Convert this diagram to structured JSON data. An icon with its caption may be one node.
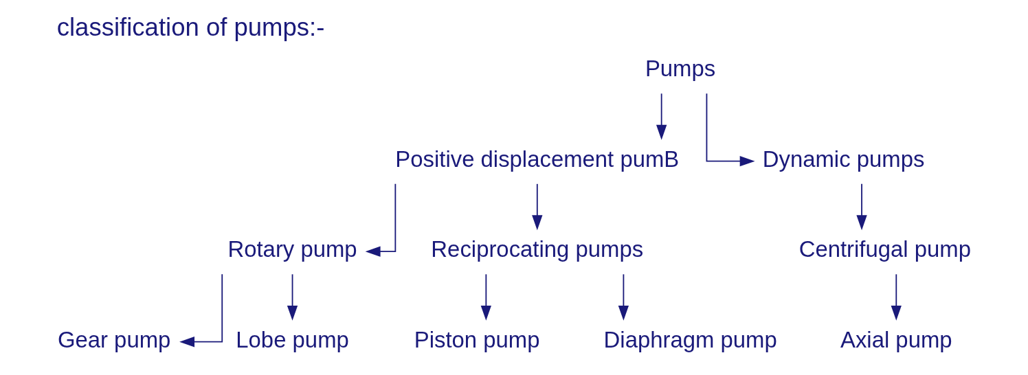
{
  "diagram": {
    "title": "classification of pumps:-",
    "nodes": [
      {
        "text": [
          "Pumps"
        ]
      },
      {
        "text": [
          "Positive displacement pumB"
        ]
      },
      {
        "text": [
          "Dynamic pumps"
        ]
      },
      {
        "text": [
          "Rotary pump"
        ]
      },
      {
        "text": [
          "Reciprocating pumps"
        ]
      },
      {
        "text": [
          "Centrifugal pump"
        ]
      },
      {
        "text": [
          "Gear pump"
        ]
      },
      {
        "text": [
          "Lobe pump"
        ]
      },
      {
        "text": [
          "Piston pump"
        ]
      },
      {
        "text": [
          "Diaphragm pump"
        ]
      },
      {
        "text": [
          "Axial pump"
        ]
      }
    ],
    "edges": [
      {
        "from": 0,
        "to": 1,
        "arrow": "to"
      },
      {
        "from": 0,
        "to": 2,
        "arrow": "to"
      },
      {
        "from": 1,
        "to": 3,
        "arrow": "to"
      },
      {
        "from": 1,
        "to": 4,
        "arrow": "to"
      },
      {
        "from": 2,
        "to": 5,
        "arrow": "to"
      },
      {
        "from": 3,
        "to": 6,
        "arrow": "to"
      },
      {
        "from": 3,
        "to": 7,
        "arrow": "to"
      },
      {
        "from": 4,
        "to": 8,
        "arrow": "to"
      },
      {
        "from": 4,
        "to": 9,
        "arrow": "to"
      },
      {
        "from": 5,
        "to": 10,
        "arrow": "to"
      }
    ]
  }
}
